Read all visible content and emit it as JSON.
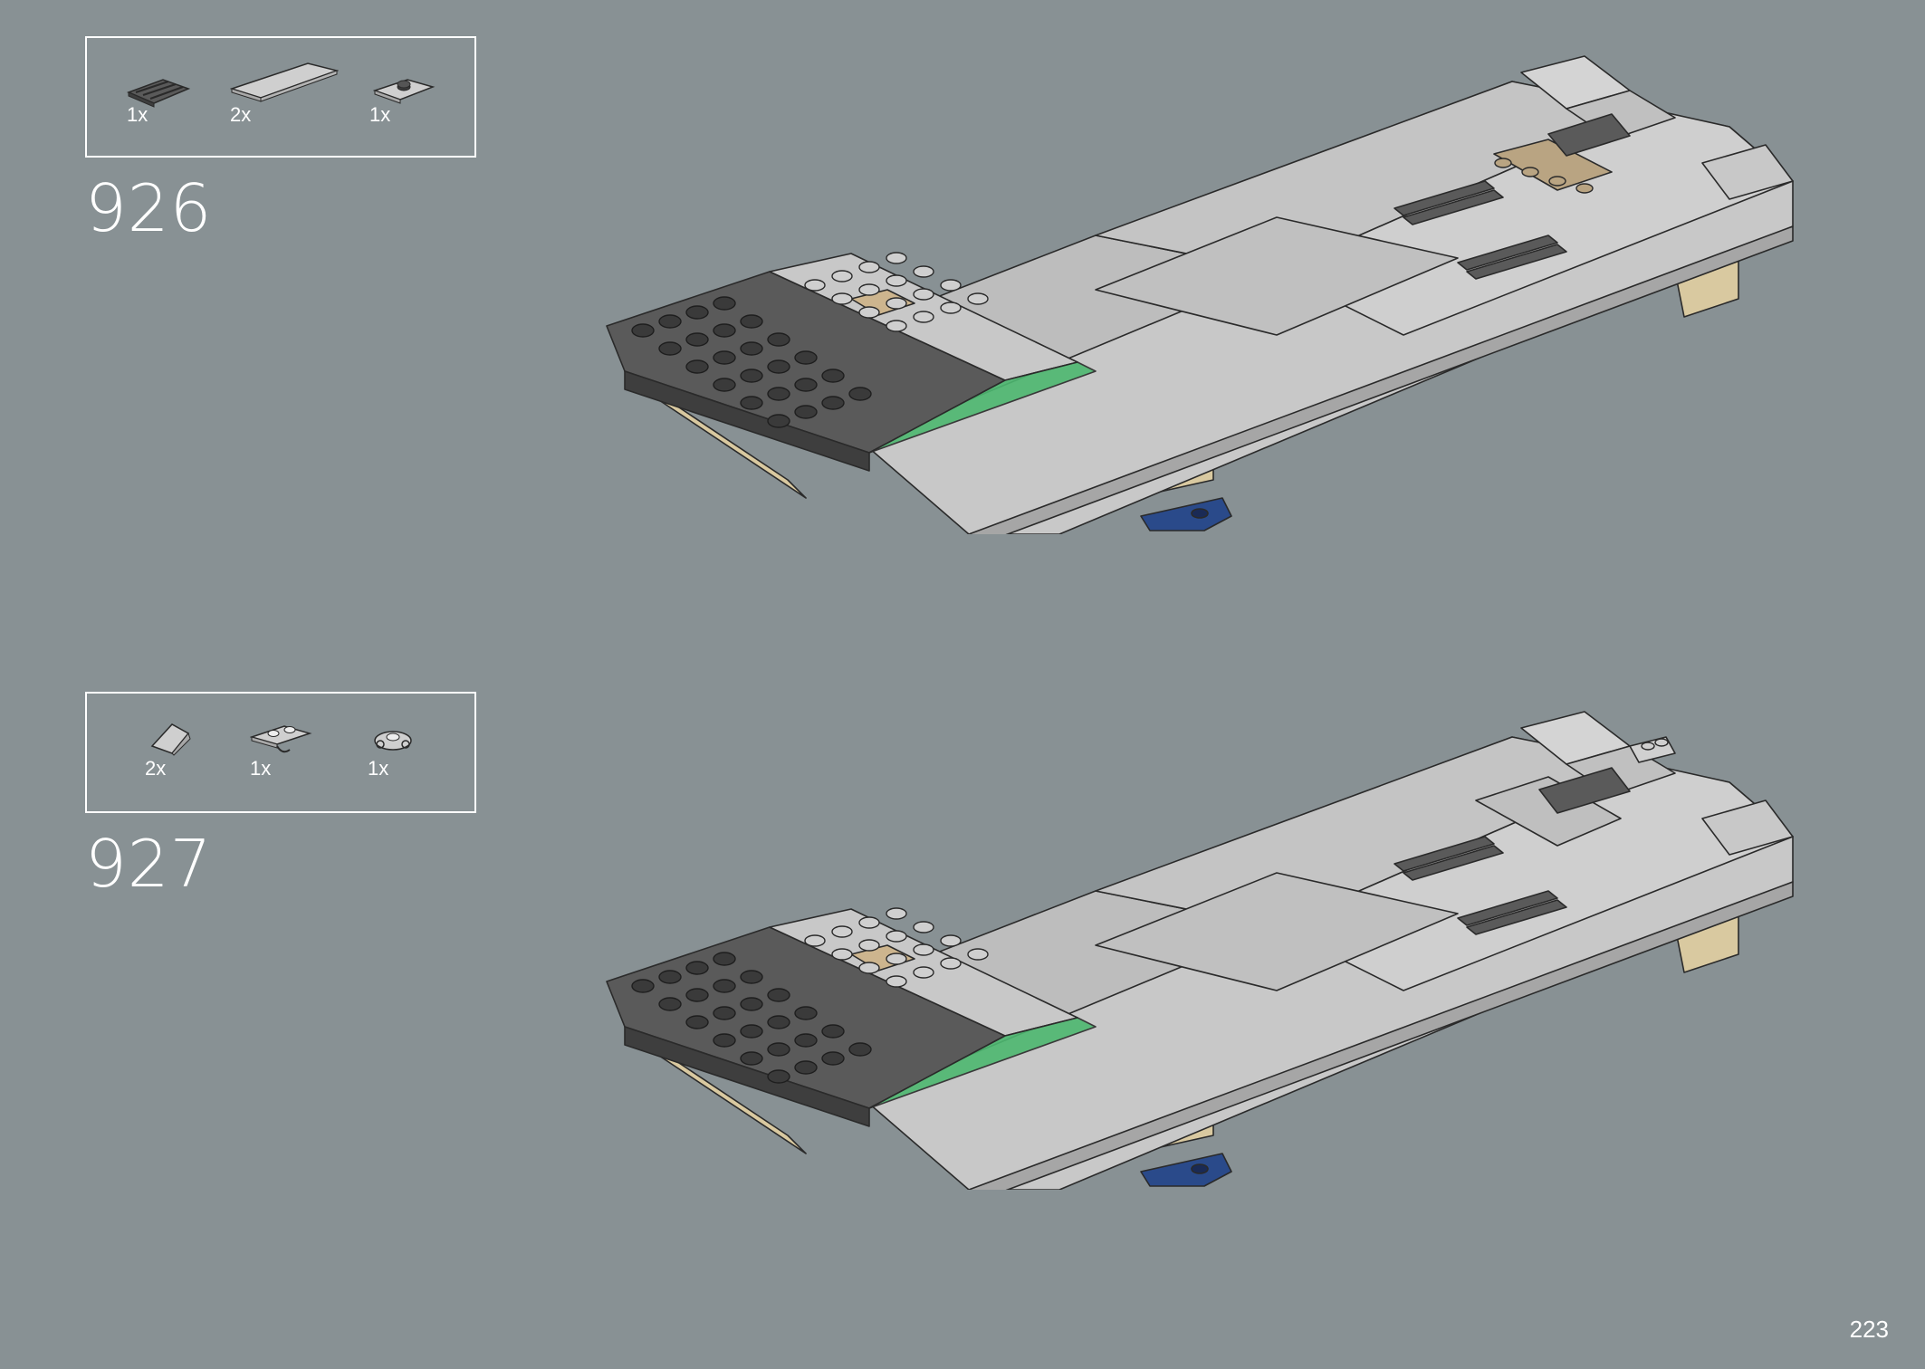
{
  "steps": [
    {
      "number": "926",
      "parts": [
        {
          "icon": "grille-plate-dark-icon",
          "qty": "1x"
        },
        {
          "icon": "tile-long-light-gray-icon",
          "qty": "2x"
        },
        {
          "icon": "plate-with-stud-icon",
          "qty": "1x"
        }
      ]
    },
    {
      "number": "927",
      "parts": [
        {
          "icon": "slope-light-gray-icon",
          "qty": "2x"
        },
        {
          "icon": "plate-with-clip-icon",
          "qty": "1x"
        },
        {
          "icon": "round-plate-with-clip-icon",
          "qty": "1x"
        }
      ]
    }
  ],
  "page": {
    "number": "223"
  },
  "colors": {
    "background": "#889194",
    "light_gray": "#c8c8c8",
    "dark_gray": "#5a5a5a",
    "tan": "#d9c9a0",
    "blue": "#2a4a8a",
    "green": "#4db870",
    "outline": "#2a2a2a"
  }
}
